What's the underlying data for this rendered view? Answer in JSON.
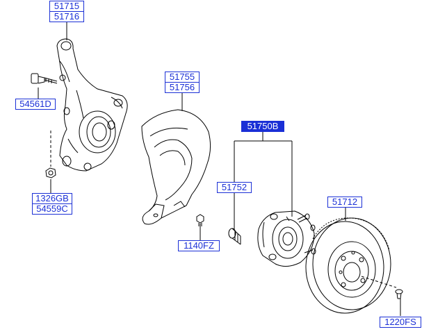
{
  "callouts": {
    "knuckle_a": "51715",
    "knuckle_b": "51716",
    "bolt": "54561D",
    "nut_a": "1326GB",
    "nut_b": "54559C",
    "dust_cover_a": "51755",
    "dust_cover_b": "51756",
    "cover_screw": "1140FZ",
    "hub_assembly": "51750B",
    "hub_bolt": "51752",
    "disc": "51712",
    "disc_screw": "1220FS"
  },
  "colors": {
    "callout_blue": "#1a2fd6",
    "line": "#000000",
    "highlight_fill": "#1a2fd6"
  }
}
